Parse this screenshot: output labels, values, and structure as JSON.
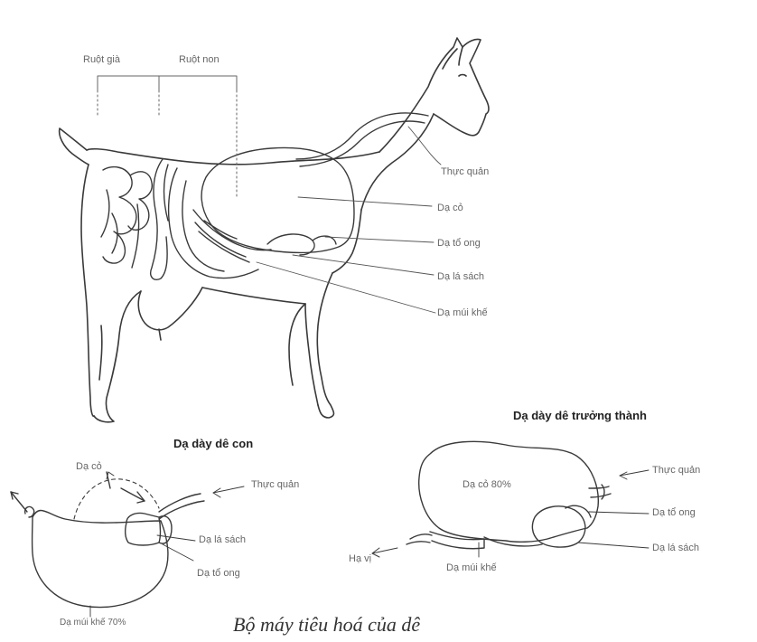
{
  "goat": {
    "rectum_label": "Ruột già",
    "small_intestine_label": "Ruột non",
    "esophagus_label": "Thực quản",
    "rumen_label": "Dạ cỏ",
    "reticulum_label": "Dạ tổ ong",
    "omasum_label": "Dạ lá sách",
    "abomasum_label": "Dạ múi khế"
  },
  "kid_stomach": {
    "title": "Dạ dày dê con",
    "rumen_label": "Dạ cỏ",
    "esophagus_label": "Thực quản",
    "omasum_label": "Dạ lá sách",
    "reticulum_label": "Dạ tổ ong",
    "abomasum_label": "Dạ múi khế 70%"
  },
  "adult_stomach": {
    "title": "Dạ dày dê trưởng thành",
    "rumen_label": "Dạ cỏ 80%",
    "esophagus_label": "Thực quản",
    "reticulum_label": "Dạ tổ ong",
    "omasum_label": "Dạ lá sách",
    "abomasum_label": "Dạ múi khế",
    "duodenum_label": "Hạ vị"
  },
  "caption": "Bộ máy tiêu hoá của dê"
}
